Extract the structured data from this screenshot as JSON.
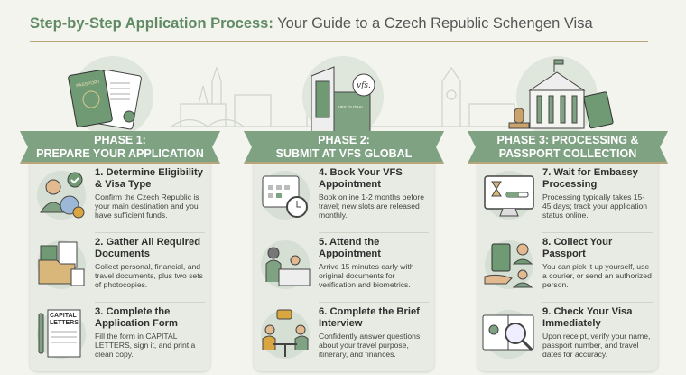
{
  "title": {
    "bold": "Step-by-Step Application Process:",
    "rest": " Your Guide to a Czech Republic Schengen Visa"
  },
  "hero_labels": {
    "passport": "PASSPORT",
    "vfs_logo": "vfs.",
    "vfs_building": "VFS GLOBAL"
  },
  "phases": [
    {
      "line1": "PHASE 1:",
      "line2": "PREPARE YOUR APPLICATION",
      "steps": [
        {
          "title": "1. Determine Eligibility & Visa Type",
          "body": "Confirm the Czech Republic is your main destination and you have sufficient funds.",
          "icon": "person-globe-euro-icon"
        },
        {
          "title": "2. Gather All Required Documents",
          "body": "Collect personal, financial, and travel documents, plus two sets of photocopies.",
          "icon": "documents-folder-icon"
        },
        {
          "title": "3. Complete the Application Form",
          "body": "Fill the form in CAPITAL LETTERS, sign it, and print a clean copy.",
          "icon": "form-pen-icon",
          "label": "CAPITAL LETTERS"
        }
      ]
    },
    {
      "line1": "PHASE 2:",
      "line2": "SUBMIT AT VFS GLOBAL",
      "steps": [
        {
          "title": "4. Book Your VFS Appointment",
          "body": "Book online 1-2 months before travel; new slots are released monthly.",
          "icon": "calendar-clock-icon"
        },
        {
          "title": "5. Attend the Appointment",
          "body": "Arrive 15 minutes early with original documents for verification and biometrics.",
          "icon": "counter-desk-icon"
        },
        {
          "title": "6. Complete the Brief Interview",
          "body": "Confidently answer questions about your travel purpose, itinerary, and finances.",
          "icon": "interview-icon"
        }
      ]
    },
    {
      "line1": "PHASE 3: PROCESSING &",
      "line2": "PASSPORT COLLECTION",
      "steps": [
        {
          "title": "7. Wait for Embassy Processing",
          "body": "Processing typically takes 15-45 days; track your application status online.",
          "icon": "monitor-hourglass-icon"
        },
        {
          "title": "8. Collect Your Passport",
          "body": "You can pick it up yourself, use a courier, or send an authorized person.",
          "icon": "passport-hand-icon"
        },
        {
          "title": "9. Check Your Visa Immediately",
          "body": "Upon receipt, verify your name, passport number, and travel dates for accuracy.",
          "icon": "visa-magnifier-icon"
        }
      ]
    }
  ],
  "colors": {
    "green": "#7fa283",
    "dark_green": "#5f8a64",
    "gold": "#b8a67a",
    "bg": "#f3f4ee"
  }
}
